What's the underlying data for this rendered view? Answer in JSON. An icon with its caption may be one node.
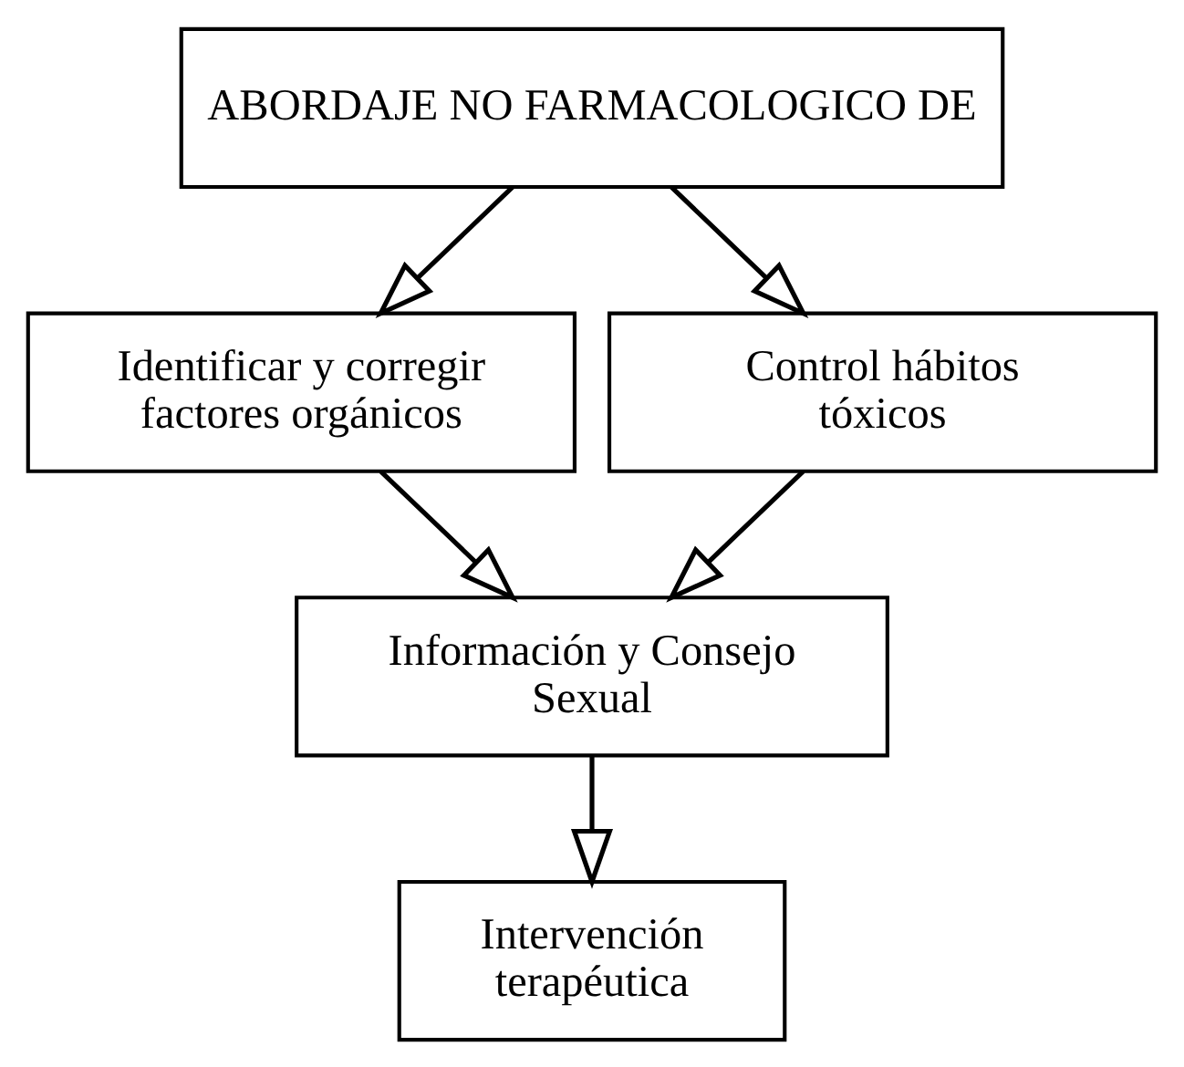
{
  "diagram": {
    "nodes": [
      {
        "text": [
          "ABORDAJE NO FARMACOLOGICO DE"
        ]
      },
      {
        "text": [
          "Identificar y corregir factores orgánicos"
        ]
      },
      {
        "text": [
          "Control hábitos tóxicos"
        ]
      },
      {
        "text": [
          "Información y Consejo Sexual"
        ]
      },
      {
        "text": [
          "Intervención terapéutica"
        ]
      }
    ],
    "edges": [
      {
        "from": 0,
        "to": 1,
        "arrow": "to"
      },
      {
        "from": 0,
        "to": 2,
        "arrow": "to"
      },
      {
        "from": 1,
        "to": 3,
        "arrow": "to"
      },
      {
        "from": 2,
        "to": 3,
        "arrow": "to"
      },
      {
        "from": 3,
        "to": 4,
        "arrow": "to"
      }
    ]
  }
}
